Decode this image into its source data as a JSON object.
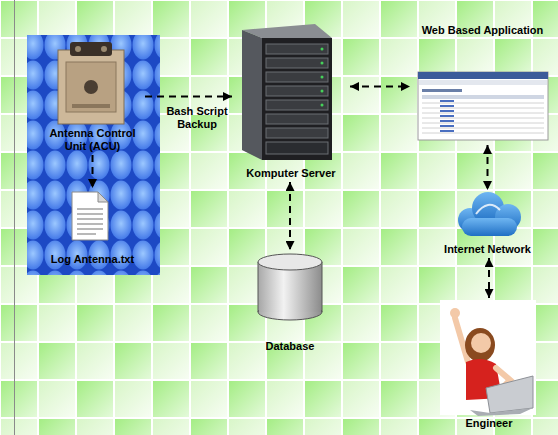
{
  "diagram": {
    "nodes": [
      {
        "text": [
          "Antenna Control Unit (ACU)"
        ]
      },
      {
        "text": [
          "Log Antenna.txt"
        ]
      },
      {
        "text": [
          "Komputer Server"
        ]
      },
      {
        "text": [
          "Database"
        ]
      },
      {
        "text": [
          "Web Based Application"
        ]
      },
      {
        "text": [
          "Internet Network"
        ]
      },
      {
        "text": [
          "Engineer"
        ]
      }
    ],
    "edges": [
      {
        "from": 0,
        "to": 1,
        "arrow": "to"
      },
      {
        "from": 0,
        "to": 2,
        "label": "Bash Script Backup",
        "arrow": "to"
      },
      {
        "from": 2,
        "to": 4,
        "arrow": "both"
      },
      {
        "from": 2,
        "to": 3,
        "arrow": "both"
      },
      {
        "from": 4,
        "to": 5,
        "arrow": "both"
      },
      {
        "from": 5,
        "to": 6,
        "arrow": "both"
      }
    ]
  }
}
